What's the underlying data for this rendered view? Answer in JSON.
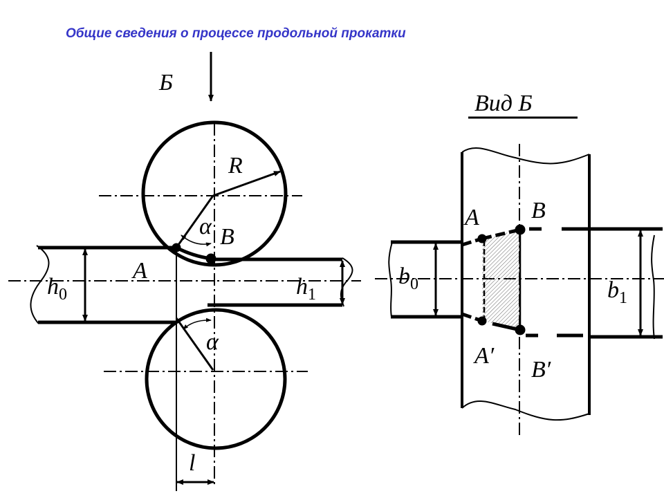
{
  "title": "Общие сведения о процессе продольной прокатки",
  "colors": {
    "title": "#3535c8",
    "line": "#000000"
  },
  "side_view": {
    "view_mark": "Б",
    "radius": "R",
    "angle_top": "α",
    "angle_bottom": "α",
    "point_a": "A",
    "point_b": "B",
    "h0": "h",
    "h0_sub": "0",
    "h1": "h",
    "h1_sub": "1",
    "length": "l"
  },
  "top_view": {
    "heading": "Вид  Б",
    "point_a": "A",
    "point_b": "B",
    "point_a_prime": "A′",
    "point_b_prime": "B′",
    "b0": "b",
    "b0_sub": "0",
    "b1": "b",
    "b1_sub": "1"
  }
}
